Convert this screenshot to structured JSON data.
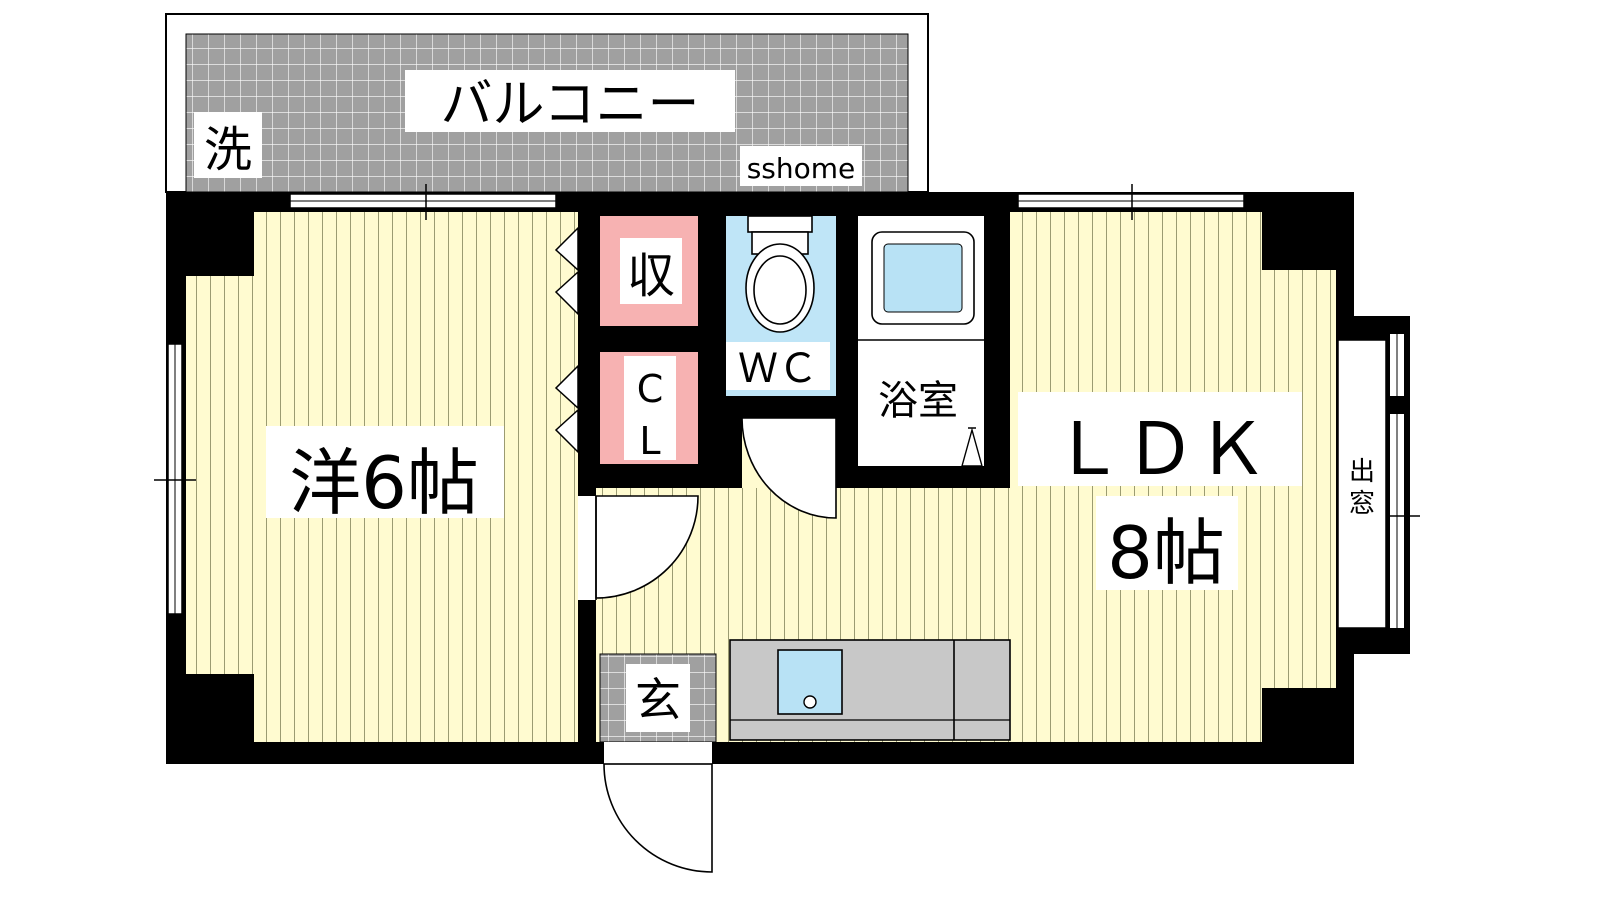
{
  "labels": {
    "balcony": "バルコニー",
    "laundry": "洗",
    "watermark": "sshome",
    "storage": "収",
    "closet_c": "C",
    "closet_l": "L",
    "wc": "ＷＣ",
    "bath": "浴室",
    "ldk": "ＬＤＫ",
    "ldk_size": "8帖",
    "western_room": "洋6帖",
    "entrance": "玄",
    "bay_window_1": "出",
    "bay_window_2": "窓"
  },
  "colors": {
    "floor": "#fffbd0",
    "floor_stripe": "#9b9b72",
    "wall": "#000000",
    "storage": "#f7b2b2",
    "wc": "#bfe5f7",
    "tile": "#a0a0a0",
    "kitchen": "#c8c8c8",
    "sink": "#b8e2f5"
  }
}
